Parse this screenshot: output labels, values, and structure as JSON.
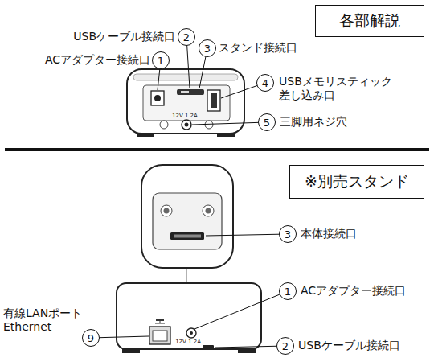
{
  "diagram": {
    "nodes": [
      {
        "text": [
          "各部解説"
        ]
      },
      {
        "text": [
          "2"
        ]
      },
      {
        "text": [
          "3"
        ]
      },
      {
        "text": [
          "1"
        ]
      },
      {
        "text": [
          "4"
        ]
      },
      {
        "text": [
          "5"
        ]
      },
      {
        "text": [
          "※別売スタンド"
        ]
      },
      {
        "text": [
          "3"
        ]
      },
      {
        "text": [
          "1"
        ]
      },
      {
        "text": [
          "9"
        ]
      },
      {
        "text": [
          "2"
        ]
      }
    ],
    "labels": [
      "USBケーブル接続口",
      "スタンド接続口",
      "ACアダプター接続口",
      "USBメモリスティック 差し込み口",
      "三脚用ネジ穴",
      "12V 1.2A",
      "本体接続口",
      "ACアダプター接続口",
      "有線LANポート Ethernet",
      "USBケーブル接続口",
      "12V 1.2A"
    ]
  }
}
